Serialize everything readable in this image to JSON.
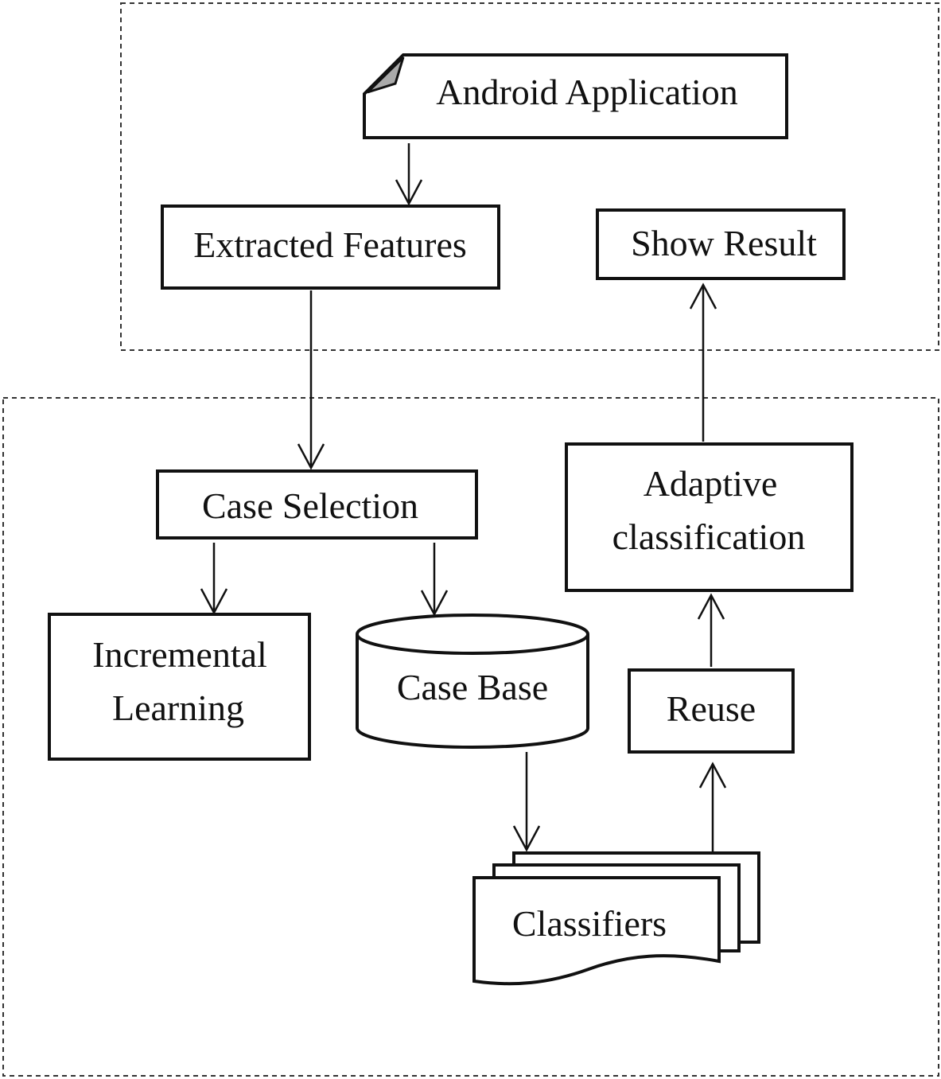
{
  "nodes": {
    "android_application": "Android Application",
    "extracted_features": "Extracted Features",
    "show_result": "Show Result",
    "case_selection": "Case Selection",
    "adaptive_classification_line1": "Adaptive",
    "adaptive_classification_line2": "classification",
    "incremental_learning_line1": "Incremental",
    "incremental_learning_line2": "Learning",
    "case_base": "Case Base",
    "reuse": "Reuse",
    "classifiers": "Classifiers"
  },
  "colors": {
    "stroke": "#111111",
    "background": "#ffffff",
    "dogear": "#aaaaaa"
  }
}
